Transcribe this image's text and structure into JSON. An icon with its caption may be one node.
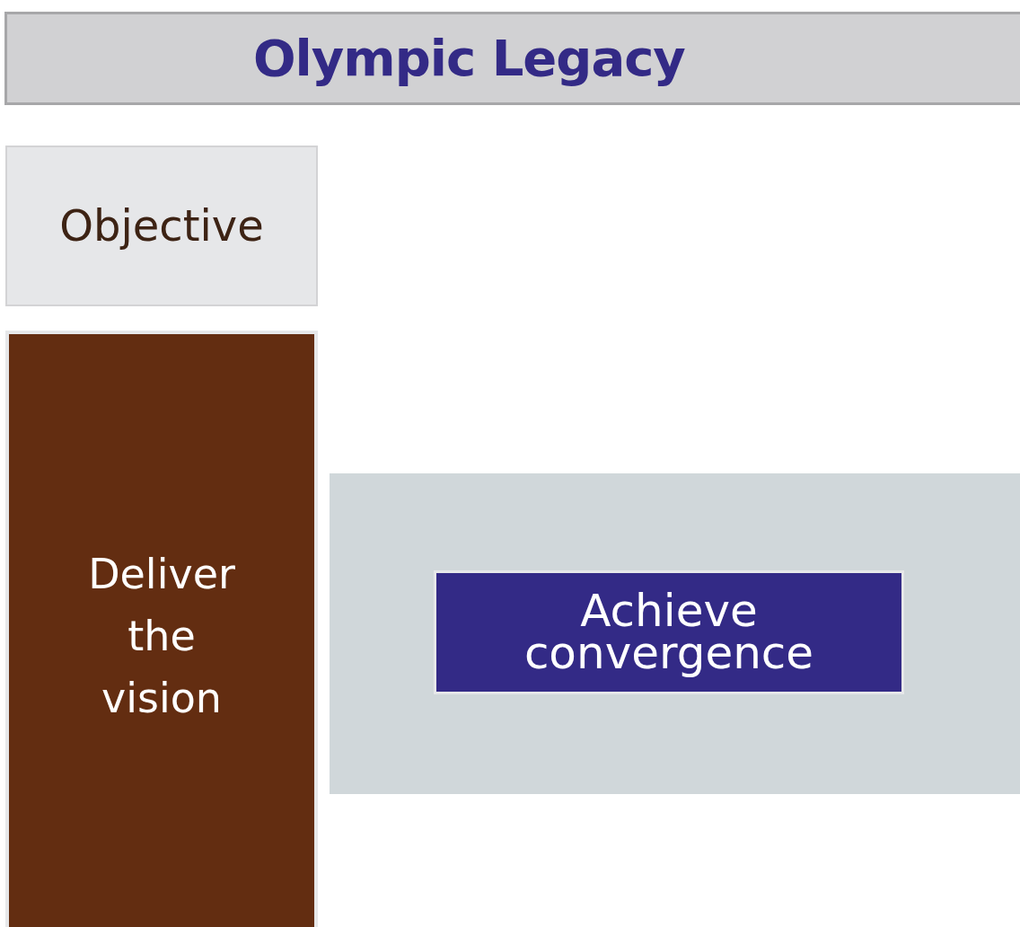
{
  "diagram": {
    "title": "Olympic Legacy",
    "nodes": [
      {
        "text": [
          "Objective"
        ]
      },
      {
        "text": [
          "Deliver the vision"
        ]
      },
      {
        "text": [],
        "shape": "box"
      },
      {
        "text": [
          "Achieve convergence"
        ],
        "in": 2
      }
    ]
  }
}
